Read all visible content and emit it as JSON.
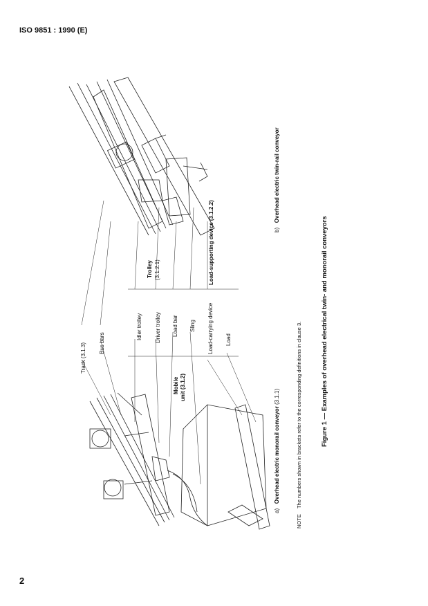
{
  "header": {
    "title": "ISO 9851 : 1990 (E)"
  },
  "page_number": "2",
  "figure": {
    "labels": {
      "track": "Track (3.1.3)",
      "bus_bars": "Bus bars",
      "idler_trolley": "Idler trolley",
      "driver_trolley": "Driver trolley",
      "load_bar": "Load bar",
      "sling": "Sling",
      "load_carrying_device": "Load-carrying device",
      "load": "Load",
      "mobile_unit_line1": "Mobile",
      "mobile_unit_line2": "unit (3.1.2)",
      "trolley_line1": "Trolley",
      "trolley_line2": "(3.1.2.1)",
      "load_supporting_device": "Load-supporting device (3.1.2.2)"
    },
    "sub_a": {
      "marker": "a)",
      "text": "Overhead electric monorail conveyor",
      "ref": "(3.1.1)"
    },
    "sub_b": {
      "marker": "b)",
      "text": "Overhead electric twin-rail conveyor"
    },
    "note": {
      "label": "NOTE",
      "text": "The numbers shown in brackets refer to the corresponding definitions in clause 3."
    },
    "caption": "Figure 1 — Examples of overhead electrical twin- and monorail conveyors"
  }
}
